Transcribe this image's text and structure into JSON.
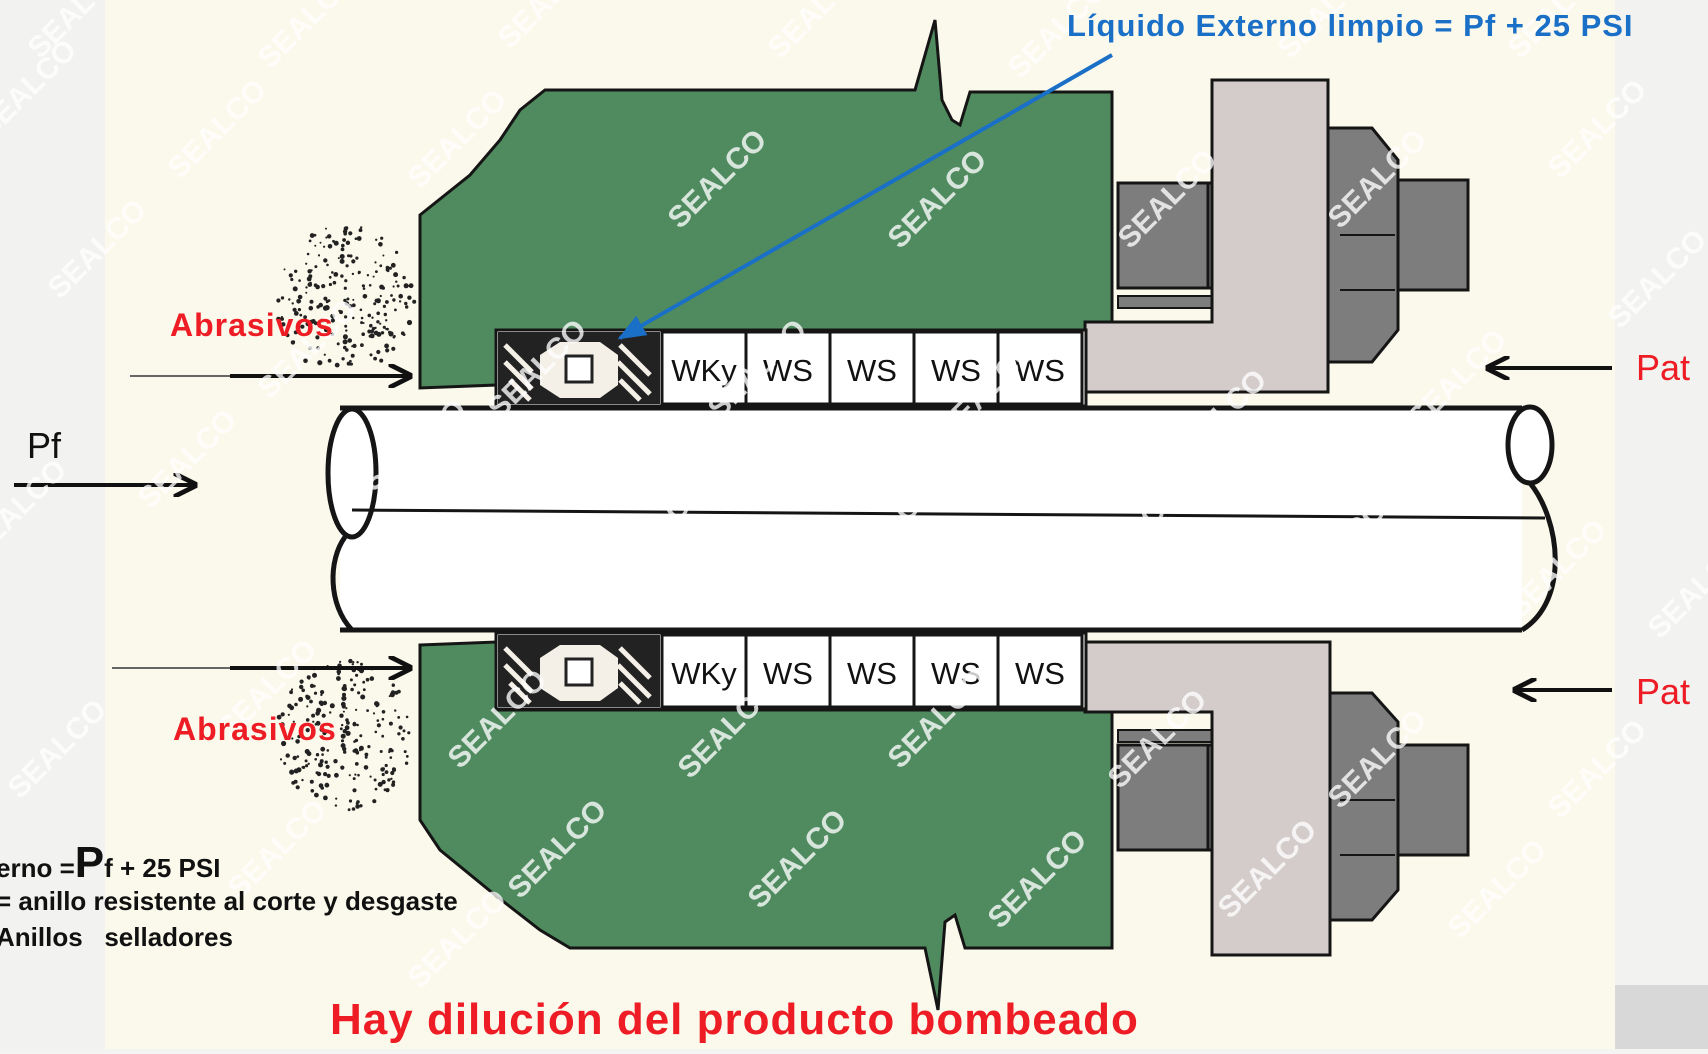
{
  "labels": {
    "external_liquid": "Líquido Externo limpio = Pf + 25 PSI",
    "abrasives_top": "Abrasivos",
    "abrasives_bottom": "Abrasivos",
    "pf": "Pf",
    "pat_top": "Pat",
    "pat_bottom": "Pat",
    "footer": "Hay dilución del producto bombeado"
  },
  "rings": {
    "top": [
      "WKy",
      "WS",
      "WS",
      "WS",
      "WS"
    ],
    "bottom": [
      "WKy",
      "WS",
      "WS",
      "WS",
      "WS"
    ]
  },
  "legend": {
    "line1_prefix": "erno =",
    "line1_big": "P",
    "line1_suffix": "f + 25 PSI",
    "line2": "= anillo resistente al corte y desgaste",
    "line3": "Anillos   selladores"
  },
  "watermark": "SEALCO",
  "colors": {
    "housing_green": "#4f8b5f",
    "gland_grey": "#d4cccb",
    "bolt_grey": "#7d7d7d",
    "label_red": "#ee1c24",
    "callout_blue": "#1a6fc7"
  }
}
